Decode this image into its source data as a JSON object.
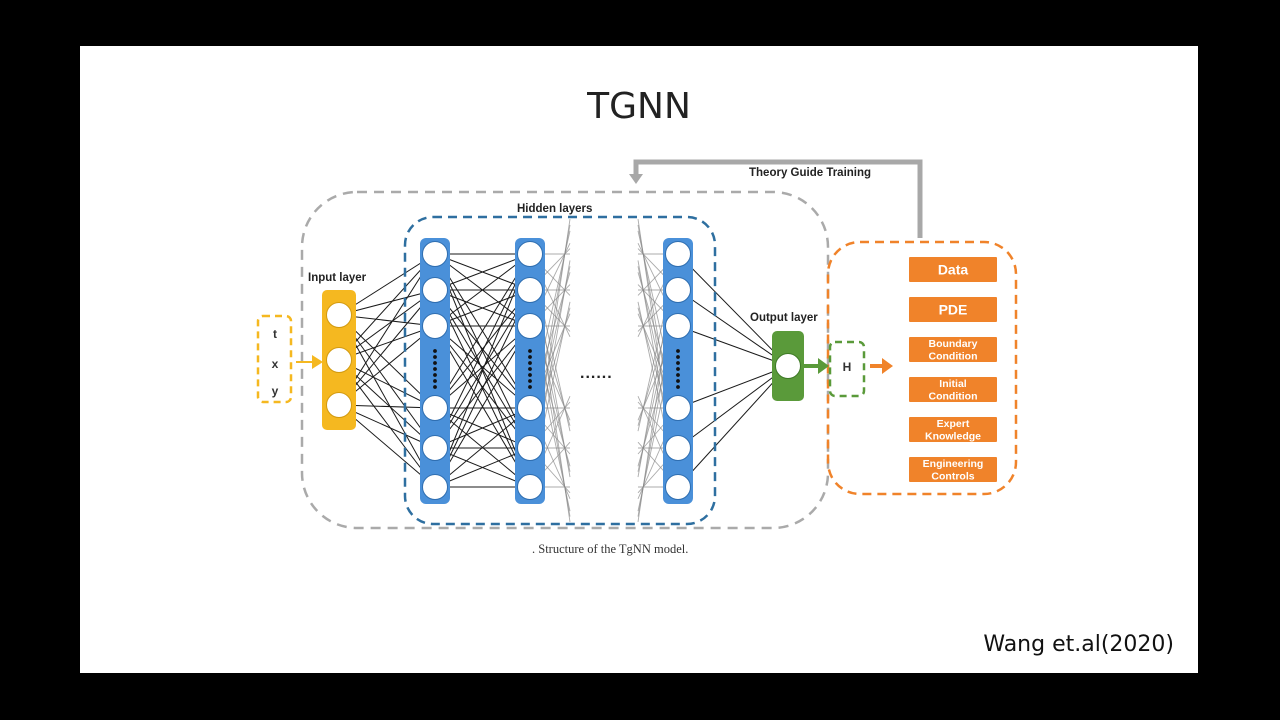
{
  "slide": {
    "title": "TGNN",
    "caption": ". Structure of the TgNN model.",
    "credit": "Wang et.al(2020)"
  },
  "diagram": {
    "inputs": [
      "t",
      "x",
      "y"
    ],
    "input_layer_label": "Input layer",
    "hidden_layers_label": "Hidden layers",
    "output_layer_label": "Output layer",
    "output_symbol": "H",
    "ellipsis": "......",
    "feedback_label": "Theory Guide Training",
    "constraints": [
      [
        "Data"
      ],
      [
        "PDE"
      ],
      [
        "Boundary",
        "Condition"
      ],
      [
        "Initial",
        "Condition"
      ],
      [
        "Expert",
        "Knowledge"
      ],
      [
        "Engineering",
        "Controls"
      ]
    ]
  },
  "colors": {
    "input": "#f5b820",
    "hidden": "#4a90d9",
    "output": "#5a9a3a",
    "constraint": "#f0832a",
    "feedback": "#a8a8a8",
    "hidden_frame": "#2e6fa0",
    "outer_frame": "#aaaaaa"
  }
}
